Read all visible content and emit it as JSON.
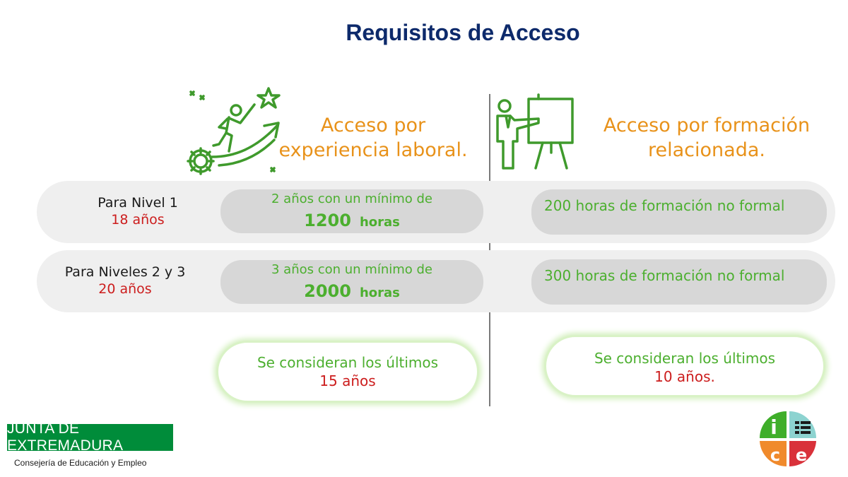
{
  "title": "Requisitos de Acceso",
  "left": {
    "heading": "Acceso por experiencia laboral.",
    "icon": "climber-growth-icon",
    "rows": [
      {
        "line1": "2 años con un mínimo de",
        "number": "1200",
        "unit": "horas"
      },
      {
        "line1": "3 años con un mínimo de",
        "number": "2000",
        "unit": "horas"
      }
    ],
    "note": {
      "text": "Se consideran los últimos",
      "years": "15 años"
    }
  },
  "right": {
    "heading": "Acceso por formación relacionada.",
    "icon": "teacher-whiteboard-icon",
    "rows": [
      {
        "text": "200 horas de formación no formal"
      },
      {
        "text": "300 horas de formación no formal"
      }
    ],
    "note": {
      "text": "Se consideran los últimos",
      "years": "10 años."
    }
  },
  "levels": [
    {
      "label": "Para Nivel 1",
      "age": "18 años"
    },
    {
      "label": "Para Niveles 2 y 3",
      "age": "20 años"
    }
  ],
  "footer": {
    "brand": "JUNTA DE EXTREMADURA",
    "subtitle": "Consejería de Educación y Empleo",
    "logo_letters": [
      "i",
      "c",
      "e"
    ]
  },
  "colors": {
    "title": "#0d2a6b",
    "heading": "#e8921a",
    "green_text": "#4caf2f",
    "age_red": "#cc1d1d",
    "icon_green": "#3f9a2c",
    "brand_green": "#008c3a"
  }
}
